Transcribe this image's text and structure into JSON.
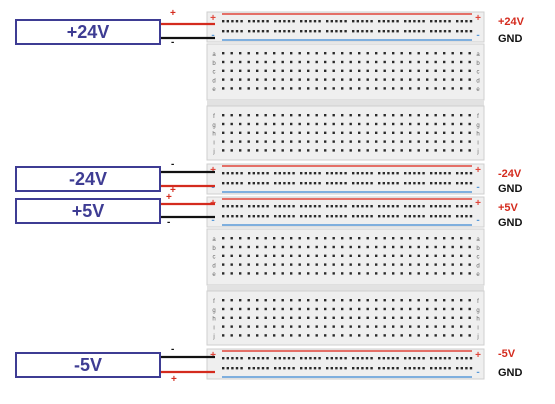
{
  "supplies": [
    {
      "id": "p24",
      "label": "+24V",
      "rail_label_top": "+24V",
      "rail_label_bottom": "GND",
      "top_sign": "+",
      "bottom_sign": "-"
    },
    {
      "id": "m24",
      "label": "-24V",
      "rail_label_top": "-24V",
      "rail_label_bottom": "GND",
      "top_sign": "-",
      "bottom_sign": "+"
    },
    {
      "id": "p5",
      "label": "+5V",
      "rail_label_top": "+5V",
      "rail_label_bottom": "GND",
      "top_sign": "+",
      "bottom_sign": "-"
    },
    {
      "id": "m5",
      "label": "-5V",
      "rail_label_top": "-5V",
      "rail_label_bottom": "GND",
      "top_sign": "-",
      "bottom_sign": "+"
    }
  ],
  "breadboard": {
    "rail_plus_symbol": "+",
    "rail_minus_symbol": "-",
    "row_letters_top": [
      "a",
      "b",
      "c",
      "d",
      "e"
    ],
    "row_letters_bottom": [
      "f",
      "g",
      "h",
      "i",
      "j"
    ],
    "colors": {
      "board": "#efefef",
      "hole": "#2a2a2a",
      "rail_red": "#e0453a",
      "rail_blue": "#5a9ad8",
      "wire_red": "#d42b1e",
      "wire_black": "#111111",
      "box_border": "#3e3c93"
    }
  }
}
